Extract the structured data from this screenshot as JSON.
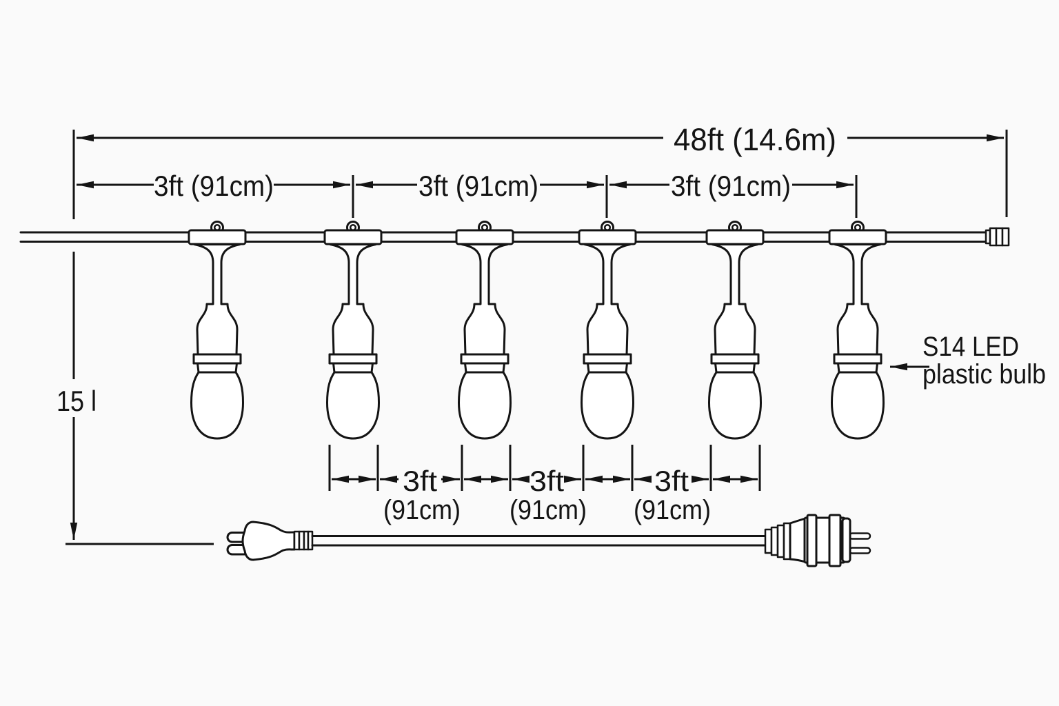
{
  "colors": {
    "background": "#fafafa",
    "ink": "#141414",
    "fill": "#ffffff"
  },
  "dimensions": {
    "total_length": {
      "label": "48ft (14.6m)"
    },
    "top_spacings": [
      {
        "label": "3ft (91cm)"
      },
      {
        "label": "3ft (91cm)"
      },
      {
        "label": "3ft (91cm)"
      }
    ],
    "bottom_spacings": [
      {
        "feet": "3ft",
        "metric": "(91cm)"
      },
      {
        "feet": "3ft",
        "metric": "(91cm)"
      },
      {
        "feet": "3ft",
        "metric": "(91cm)"
      }
    ],
    "drop_length": {
      "label": "15 l"
    }
  },
  "annotations": {
    "bulb_type": {
      "line1": "S14 LED",
      "line2": "plastic bulb"
    }
  },
  "fixture": {
    "bulb_count": 6
  }
}
